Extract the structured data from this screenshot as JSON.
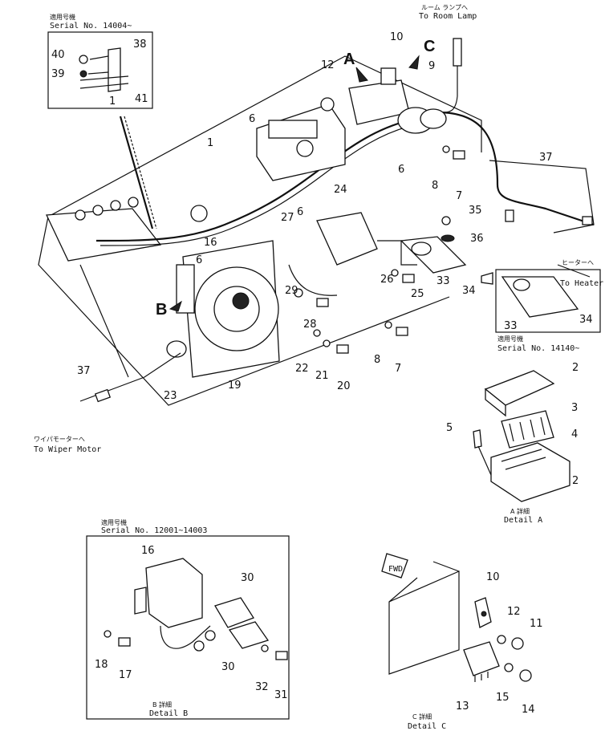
{
  "callouts": {
    "serial_14004": {
      "jp": "適用号機",
      "serial": "Serial No. 14004~"
    },
    "serial_14140": {
      "jp": "適用号機",
      "serial": "Serial No. 14140~"
    },
    "serial_12001": {
      "jp": "適用号機",
      "serial": "Serial No. 12001~14003"
    },
    "room_lamp": {
      "jp": "ルーム ランプへ",
      "en": "To Room Lamp"
    },
    "heater": {
      "jp": "ヒーターへ",
      "en": "To Heater"
    },
    "wiper": {
      "jp": "ワイパモーターへ",
      "en": "To Wiper Motor"
    },
    "detail_a": {
      "jp": "A 詳細",
      "en": "Detail A"
    },
    "detail_b": {
      "jp": "B 詳細",
      "en": "Detail B"
    },
    "detail_c": {
      "jp": "C 詳細",
      "en": "Detail C"
    },
    "fwd": "FWD"
  },
  "view_letters": {
    "a": "A",
    "b": "B",
    "c": "C"
  },
  "parts": {
    "p1": "1",
    "p2": "2",
    "p3": "3",
    "p4": "4",
    "p5": "5",
    "p6": "6",
    "p7": "7",
    "p8": "8",
    "p9": "9",
    "p10": "10",
    "p11": "11",
    "p12": "12",
    "p13": "13",
    "p14": "14",
    "p15": "15",
    "p16": "16",
    "p17": "17",
    "p18": "18",
    "p19": "19",
    "p20": "20",
    "p21": "21",
    "p22": "22",
    "p23": "23",
    "p24": "24",
    "p25": "25",
    "p26": "26",
    "p27": "27",
    "p28": "28",
    "p29": "29",
    "p30": "30",
    "p31": "31",
    "p32": "32",
    "p33": "33",
    "p34": "34",
    "p35": "35",
    "p36": "36",
    "p37": "37",
    "p38": "38",
    "p39": "39",
    "p40": "40",
    "p41": "41"
  }
}
